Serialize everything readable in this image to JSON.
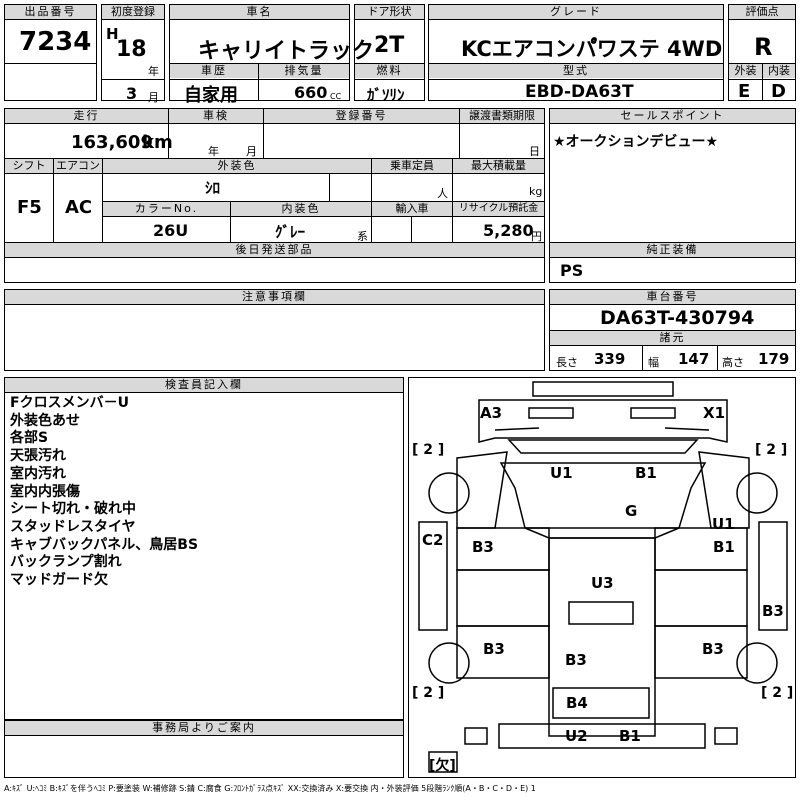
{
  "row1": {
    "lot_header": "出品番号",
    "lot": "7234",
    "reg_header": "初度登録",
    "era": "H",
    "year": "18",
    "year_unit": "年",
    "month": "3",
    "month_unit": "月",
    "name_header": "車名",
    "name": "キャリイトラック",
    "door_header": "ドア形状",
    "door": "2T",
    "grade_header": "グレード",
    "grade": "KCエアコンパ゚ワステ 4WD",
    "score_header": "評価点",
    "score": "R",
    "history_header": "車歴",
    "history": "自家用",
    "displacement_header": "排気量",
    "displacement": "660",
    "displacement_unit": "CC",
    "fuel_header": "燃料",
    "fuel": "ｶﾞｿﾘﾝ",
    "model_header": "型式",
    "model": "EBD-DA63T",
    "ext_header": "外装",
    "ext": "E",
    "int_header": "内装",
    "int": "D"
  },
  "row2": {
    "mileage_header": "走行",
    "mileage": "163,609",
    "mileage_unit": "km",
    "inspection_header": "車検",
    "year_unit": "年",
    "month_unit": "月",
    "plate_header": "登録番号",
    "transfer_header": "譲渡書類期限",
    "day_unit": "日",
    "shift_header": "シフト",
    "shift": "F5",
    "ac_header": "エアコン",
    "ac": "AC",
    "color_header": "外装色",
    "color": "ｼﾛ",
    "capacity_header": "乗車定員",
    "capacity_unit": "人",
    "load_header": "最大積載量",
    "load_unit": "kg",
    "colorno_header": "カラーNo.",
    "colorno": "26U",
    "intcolor_header": "内装色",
    "intcolor": "ｸﾞﾚｰ",
    "intcolor_unit": "系",
    "import_header": "輸入車",
    "recycle_header": "リサイクル預託金",
    "recycle": "5,280",
    "recycle_unit": "円",
    "later_header": "後日発送部品"
  },
  "sales": {
    "header": "セールスポイント",
    "text": "★オークションデビュー★"
  },
  "equipment": {
    "header": "純正装備",
    "text": "PS"
  },
  "notes": {
    "header": "注意事項欄"
  },
  "chassis": {
    "header": "車台番号",
    "number": "DA63T-430794",
    "dims_header": "諸元",
    "length_label": "長さ",
    "length": "339",
    "width_label": "幅",
    "width": "147",
    "height_label": "高さ",
    "height": "179"
  },
  "inspector": {
    "header": "検査員記入欄",
    "items": [
      "Fクロスメンバ－U",
      "外装色あせ",
      "各部S",
      "天張汚れ",
      "室内汚れ",
      "室内内張傷",
      "シート切れ・破れ中",
      "スタッドレスタイヤ",
      "キャブバックパネル、鳥居BS",
      "バックランプ割れ",
      "マッドガード欠"
    ]
  },
  "office": {
    "header": "事務局よりご案内"
  },
  "diagram": {
    "a3": "A3",
    "x1": "X1",
    "u1_top": "U1",
    "b1_top": "B1",
    "g": "G",
    "u1_right": "U1",
    "b1_right": "B1",
    "c2": "C2",
    "b3_left": "B3",
    "u3": "U3",
    "b3_right": "B3",
    "b3_rl": "B3",
    "b3_rr": "B3",
    "b3_center": "B3",
    "b4": "B4",
    "u2": "U2",
    "b1_bottom": "B1",
    "tire_fl": "[ 2 ]",
    "tire_fr": "[ 2 ]",
    "tire_rl": "[ 2 ]",
    "tire_rr": "[ 2 ]",
    "spare": "[欠]"
  },
  "legend": "A:ｷｽﾞ U:ﾍｺﾐ B:ｷｽﾞを伴うﾍｺﾐ P:要塗装 W:補修跡 S:錆 C:腐食 G:ﾌﾛﾝﾄｶﾞﾗｽ点ｷｽﾞ XX:交換済み X:要交換 内・外装評価 5段階ﾗﾝｸ順(A・B・C・D・E) 1"
}
